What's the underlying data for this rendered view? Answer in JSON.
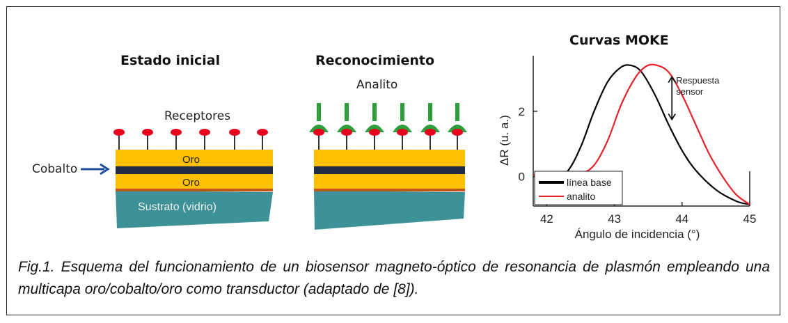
{
  "figure": {
    "panel_left_title": "Estado inicial",
    "panel_mid_title": "Reconocimiento",
    "panel_right_title": "Curvas MOKE",
    "label_receptores": "Receptores",
    "label_analito": "Analito",
    "label_cobalto": "Cobalto",
    "label_oro_top": "Oro",
    "label_oro_bottom": "Oro",
    "label_sustrato": "Sustrato (vidrio)",
    "colors": {
      "gold": "#ffc000",
      "cobalt": "#1f2d44",
      "glass": "#3d9297",
      "receptor": "#e8001c",
      "analyte": "#2e9e3c",
      "arrow": "#1f4e9e",
      "baseline_curve": "#000000",
      "analyte_curve": "#e8202a"
    }
  },
  "chart_data": {
    "type": "line",
    "title": "Curvas MOKE",
    "xlabel": "Ángulo de incidencia (°)",
    "ylabel": "ΔR (u. a.)",
    "xlim": [
      41.8,
      45.0
    ],
    "ylim": [
      -0.9,
      3.7
    ],
    "xticks": [
      "42",
      "43",
      "44",
      "45"
    ],
    "yticks": [
      "0",
      "2"
    ],
    "x_tick_values": [
      42,
      43,
      44,
      45
    ],
    "y_tick_values": [
      0,
      2
    ],
    "series": [
      {
        "name": "línea base",
        "color": "#000000",
        "x": [
          41.8,
          42.1,
          42.3,
          42.5,
          42.7,
          42.9,
          43.1,
          43.25,
          43.4,
          43.6,
          43.8,
          44.0,
          44.2,
          44.5,
          44.8,
          45.0
        ],
        "values": [
          0.05,
          0.05,
          0.15,
          0.9,
          2.0,
          2.9,
          3.35,
          3.4,
          3.2,
          2.5,
          1.6,
          0.8,
          0.2,
          -0.4,
          -0.75,
          -0.85
        ]
      },
      {
        "name": "analito",
        "color": "#e8202a",
        "x": [
          41.8,
          42.2,
          42.5,
          42.7,
          42.9,
          43.1,
          43.3,
          43.45,
          43.6,
          43.8,
          44.0,
          44.2,
          44.4,
          44.6,
          44.8,
          45.0
        ],
        "values": [
          0.05,
          0.05,
          0.1,
          0.35,
          1.1,
          2.2,
          3.0,
          3.35,
          3.42,
          3.2,
          2.5,
          1.6,
          0.7,
          0.0,
          -0.55,
          -0.85
        ]
      }
    ],
    "legend": {
      "position": "bottom-left",
      "entries": [
        "línea base",
        "analito"
      ]
    },
    "annotation": "Respuesta sensor"
  },
  "caption": "Fig.1. Esquema del funcionamiento de un biosensor magneto-óptico de resonancia de plasmón empleando una multicapa oro/cobalto/oro como transductor (adaptado de [8])."
}
